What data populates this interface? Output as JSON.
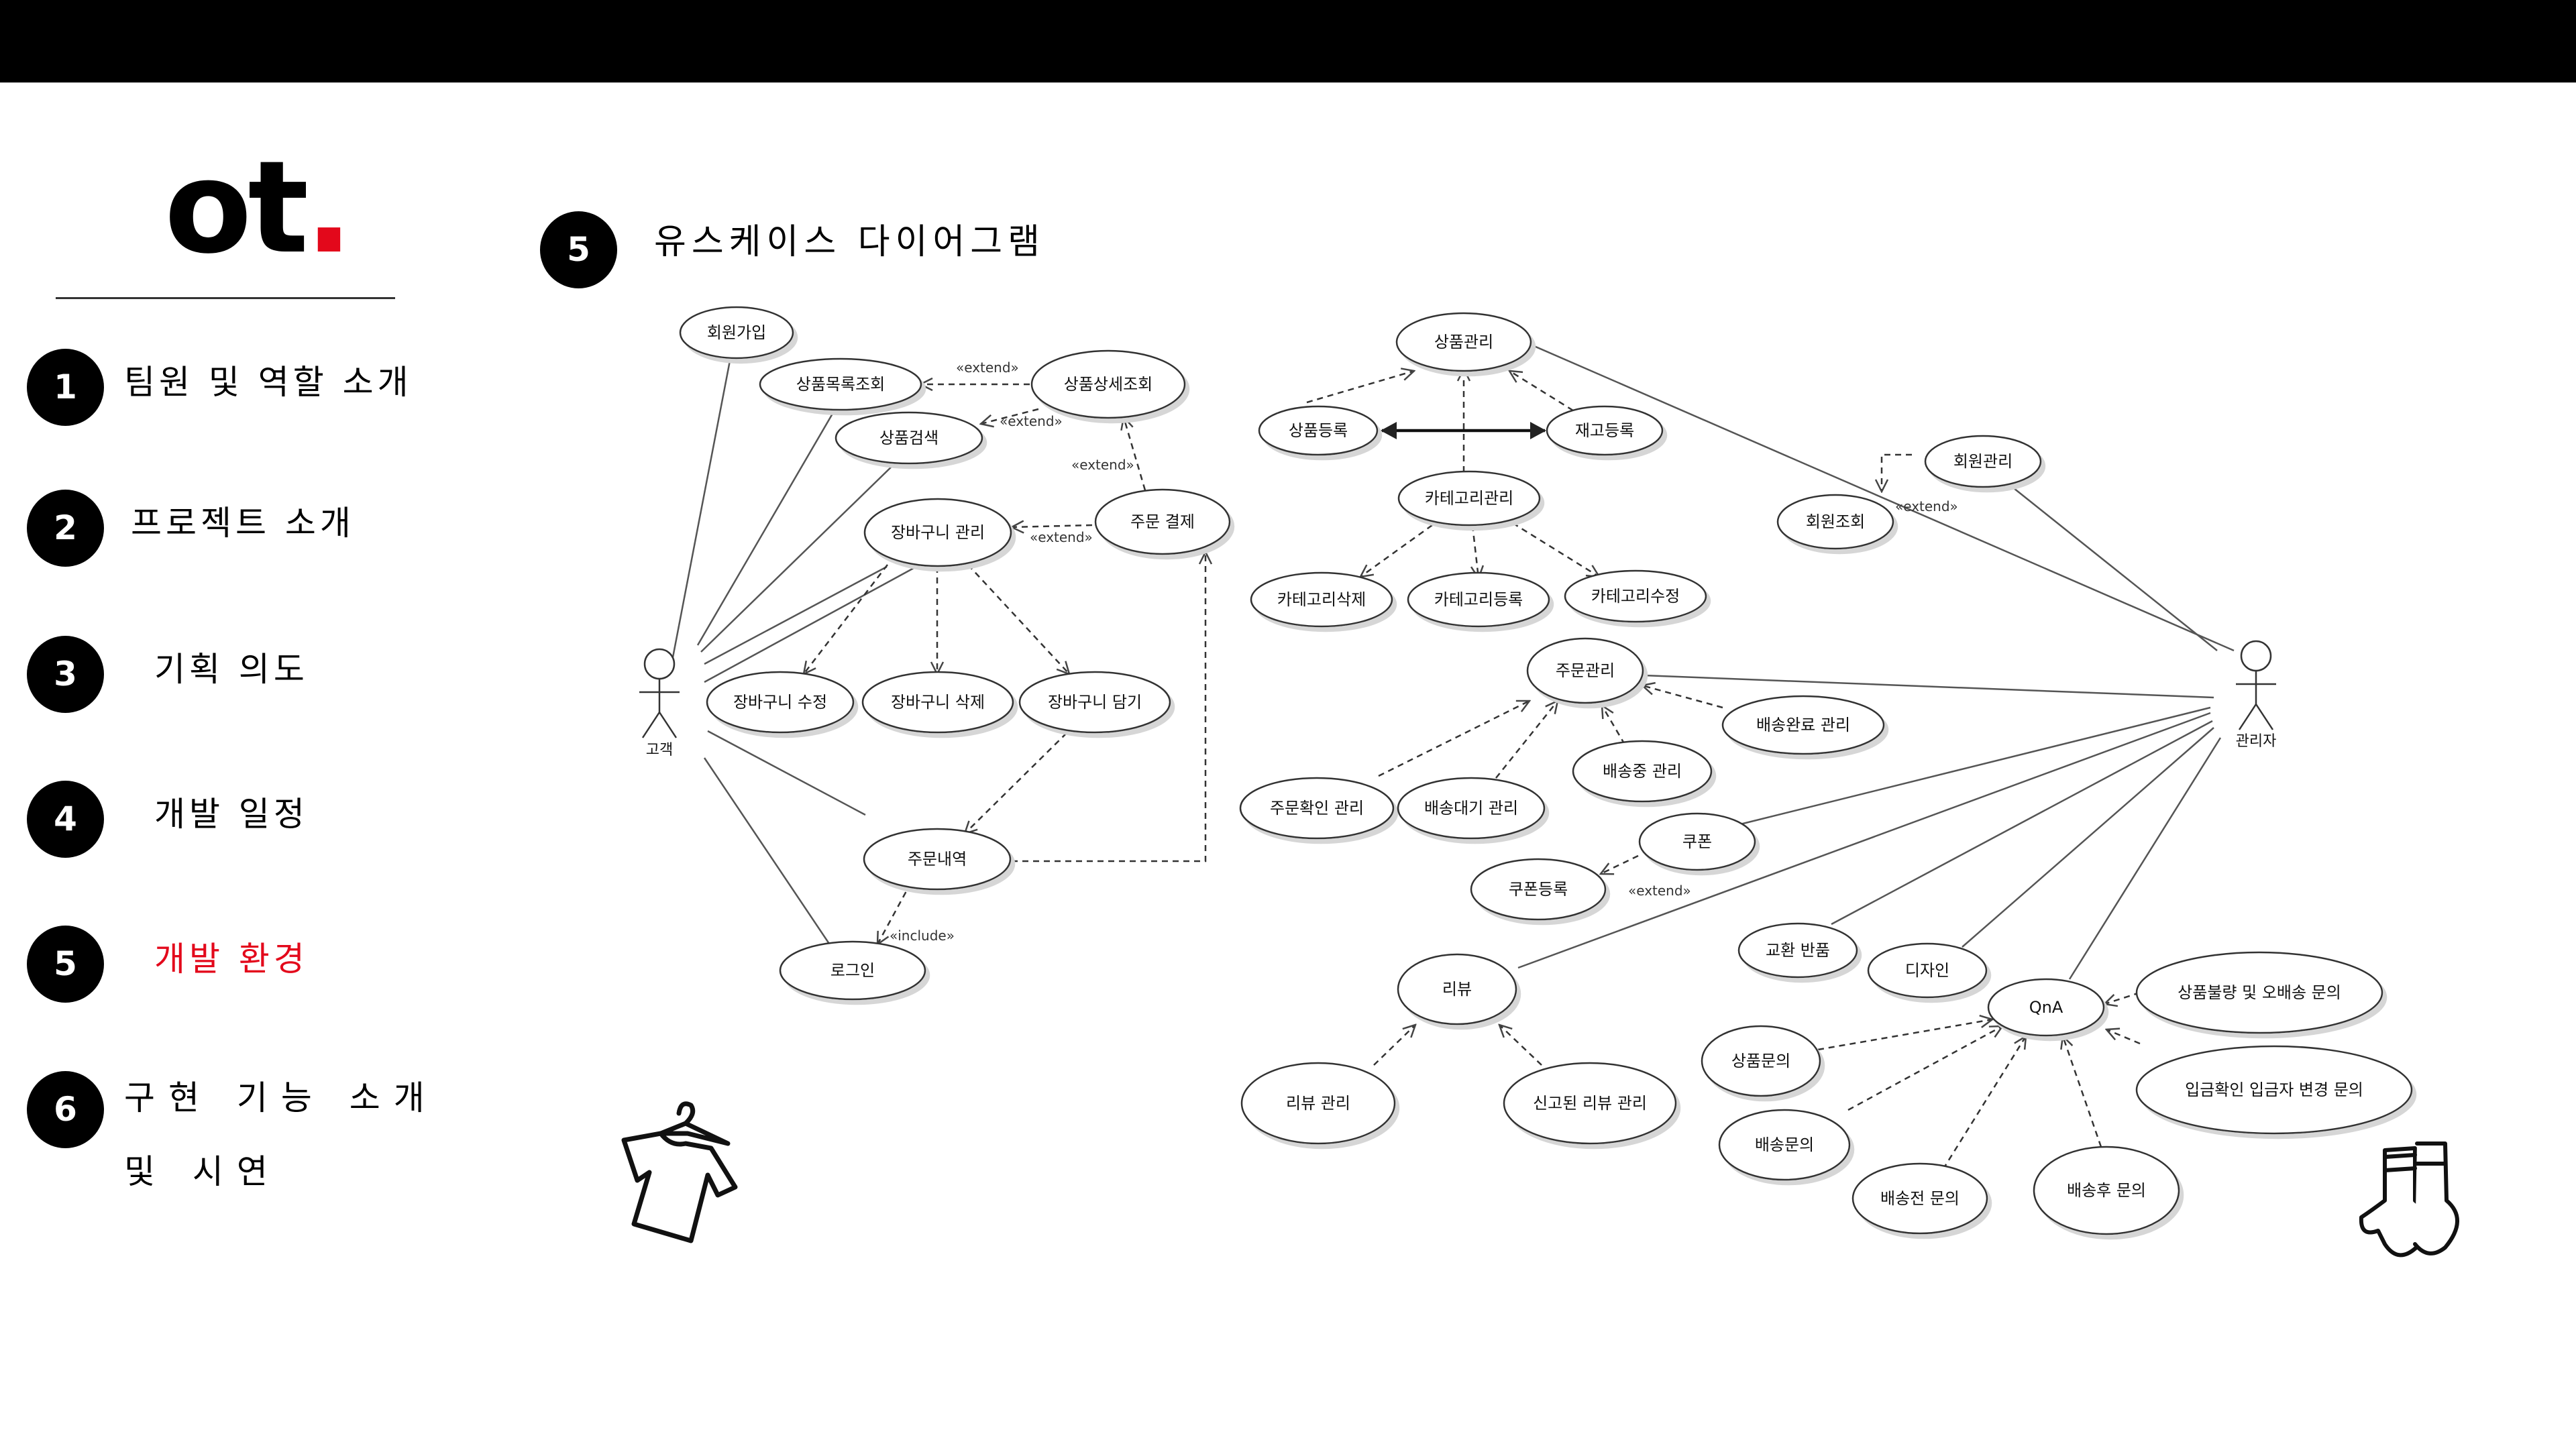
{
  "logo": {
    "text": "ot",
    "dot": "."
  },
  "nav": [
    {
      "num": "1",
      "label": "팀원 및 역할 소개"
    },
    {
      "num": "2",
      "label": "프로젝트 소개"
    },
    {
      "num": "3",
      "label": "기획 의도"
    },
    {
      "num": "4",
      "label": "개발 일정"
    },
    {
      "num": "5",
      "label": "개발 환경",
      "active": true
    },
    {
      "num": "6",
      "label": "구현 기능 소개 및 시연"
    }
  ],
  "section": {
    "num": "5",
    "title": "유스케이스 다이어그램"
  },
  "colors": {
    "accent": "#e3081b",
    "bar": "#000000"
  },
  "diagram": {
    "actors": {
      "customer": "고객",
      "admin": "관리자"
    },
    "usecases": {
      "signup": "회원가입",
      "product_list": "상품목록조회",
      "product_detail": "상품상세조회",
      "product_search": "상품검색",
      "cart_manage": "장바구니 관리",
      "order_pay": "주문 결제",
      "cart_edit": "장바구니 수정",
      "cart_delete": "장바구니 삭제",
      "cart_add": "장바구니 담기",
      "order_history": "주문내역",
      "login": "로그인",
      "product_manage": "상품관리",
      "product_register": "상품등록",
      "stock_register": "재고등록",
      "category_manage": "카테고리관리",
      "category_delete": "카테고리삭제",
      "category_register": "카테고리등록",
      "category_edit": "카테고리수정",
      "member_manage": "회원관리",
      "member_view": "회원조회",
      "order_manage": "주문관리",
      "delivery_done": "배송완료 관리",
      "delivering": "배송중 관리",
      "order_confirm": "주문확인 관리",
      "delivery_wait": "배송대기 관리",
      "coupon": "쿠폰",
      "coupon_register": "쿠폰등록",
      "exchange_return": "교환 반품",
      "design": "디자인",
      "review": "리뷰",
      "review_manage": "리뷰 관리",
      "reported_review": "신고된 리뷰 관리",
      "qna": "QnA",
      "product_inquiry": "상품문의",
      "defect_inquiry": "상품불량 및 오배송 문의",
      "depositor_inquiry": "입금확인 입금자 변경 문의",
      "delivery_inquiry": "배송문의",
      "before_delivery_inquiry": "배송전 문의",
      "after_delivery_inquiry": "배송후 문의"
    },
    "stereotypes": {
      "extend": "«extend»",
      "include": "«include»"
    }
  }
}
